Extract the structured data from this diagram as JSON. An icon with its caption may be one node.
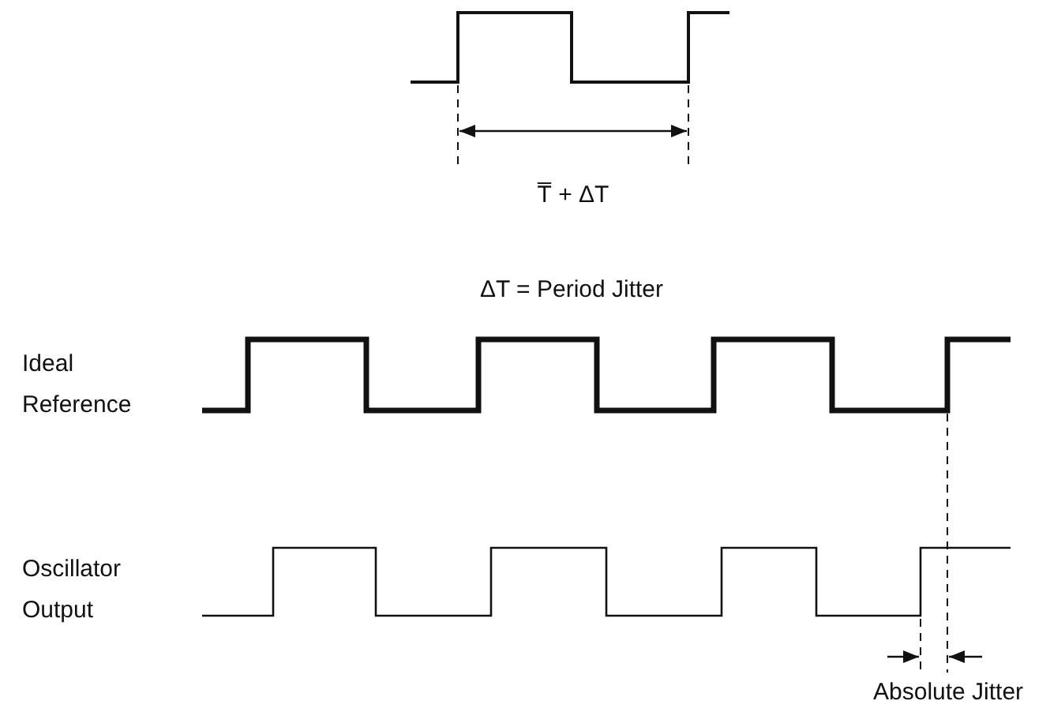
{
  "diagram": {
    "labels": [
      "T̅ + ΔT",
      "ΔT = Period Jitter",
      "Ideal Reference",
      "Oscillator Output",
      "Absolute Jitter"
    ]
  }
}
